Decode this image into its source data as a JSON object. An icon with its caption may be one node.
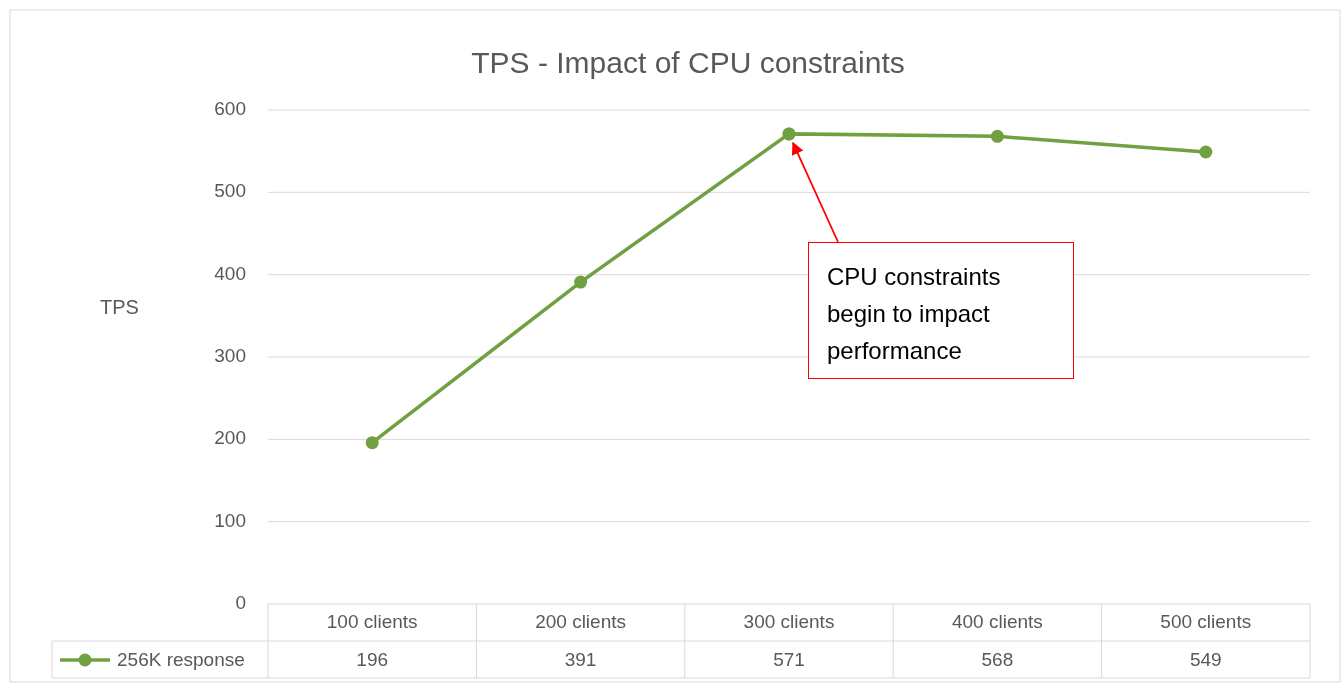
{
  "diagram": {
    "nodes": [
      {
        "text": [
          "CPU constraints begin to impact performance"
        ]
      },
      {
        "text": [],
        "shape": "circle"
      }
    ],
    "edges": [
      {
        "from": 0,
        "to": 1,
        "arrow": "to",
        "color": "#ff0000"
      }
    ],
    "chart_data": {
      "type": "line",
      "title": "TPS - Impact of CPU constraints",
      "ylabel": "TPS",
      "categories": [
        "100 clients",
        "200 clients",
        "300 clients",
        "400 clients",
        "500 clients"
      ],
      "series": [
        {
          "name": "256K response",
          "color": "#70a040",
          "marker": "circle",
          "values": [
            196,
            391,
            571,
            568,
            549
          ]
        }
      ],
      "grid": true,
      "ylim": [
        0,
        600
      ],
      "yticks": [
        0,
        100,
        200,
        300,
        400,
        500,
        600
      ],
      "data_labels": true
    }
  }
}
